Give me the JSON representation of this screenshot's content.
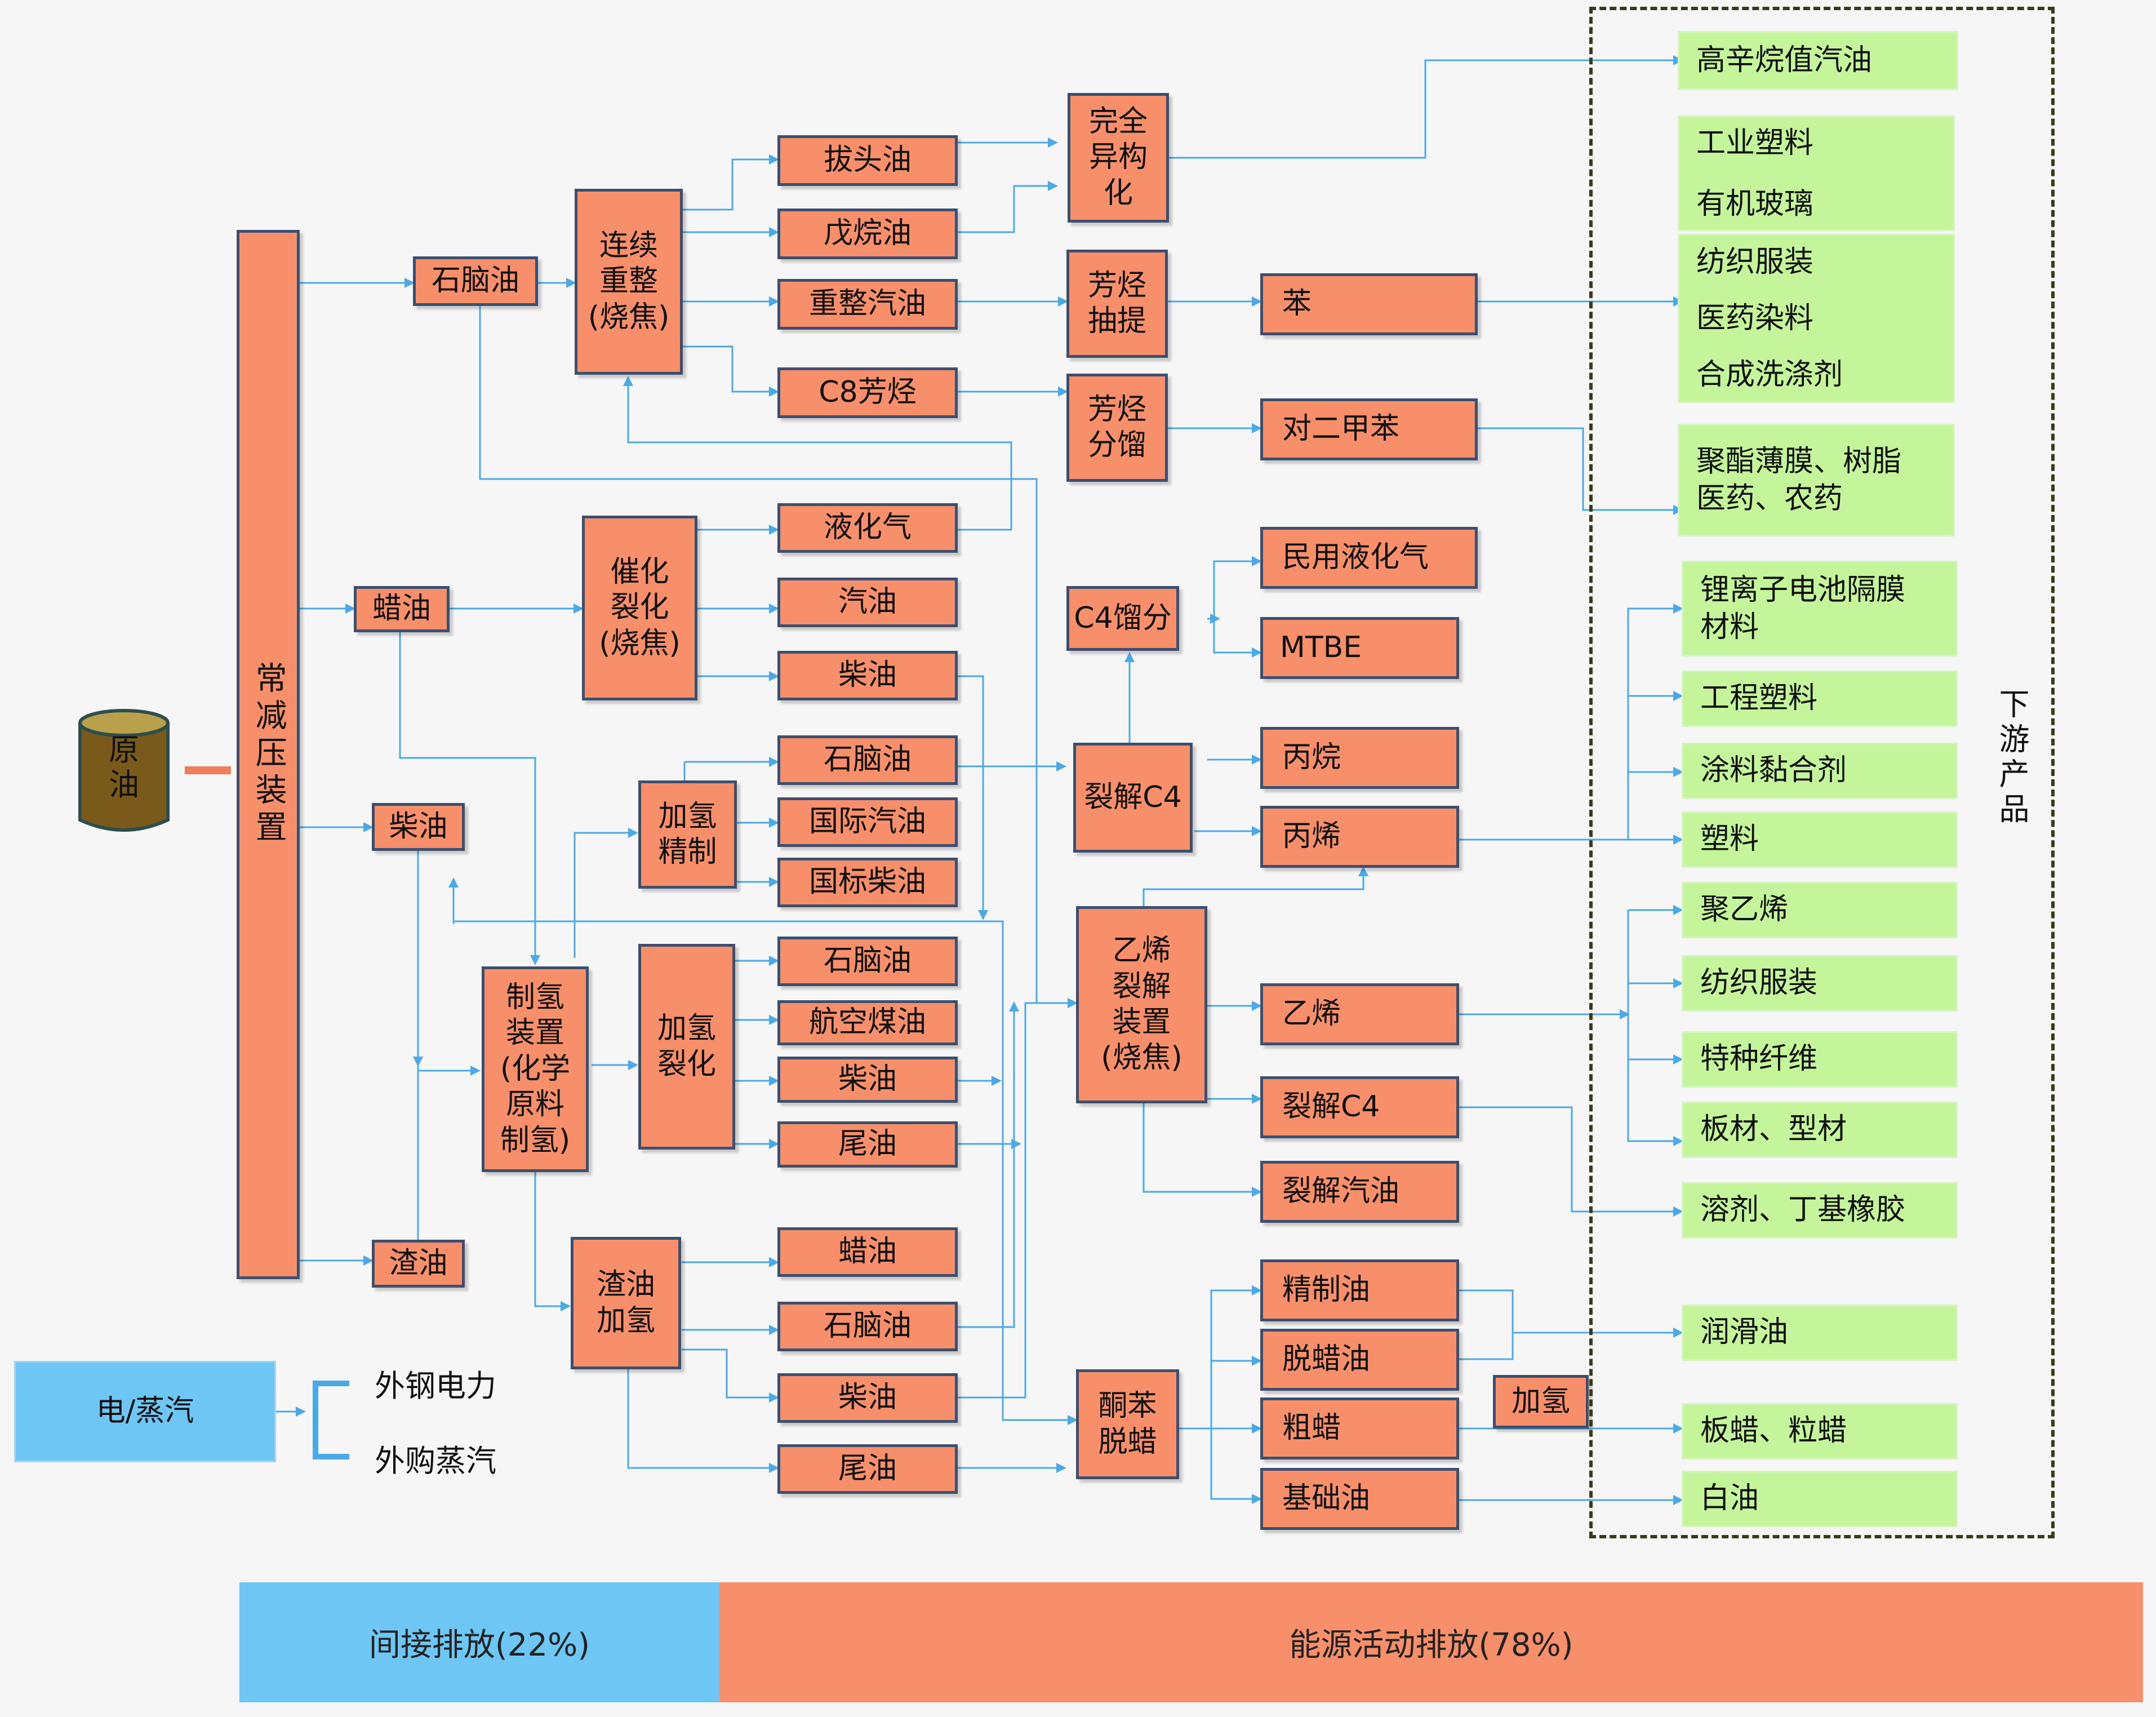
{
  "crude": "原\n油",
  "atmos_vacuum_unit": "常减压装置",
  "fractions": {
    "naphtha": "石脑油",
    "wax_oil": "蜡油",
    "diesel": "柴油",
    "residue": "渣油"
  },
  "units": {
    "reforming": "连续\n重整\n(烧焦)",
    "fcc": "催化\n裂化\n(烧焦)",
    "hydrofining": "加氢\n精制",
    "hydrogen_unit": "制氢\n装置\n(化学\n原料\n制氢)",
    "hydrocracking": "加氢\n裂化",
    "residue_hydro": "渣油\n加氢",
    "isomerization": "完全\n异构\n化",
    "aromatics_extraction": "芳烃\n抽提",
    "aromatics_fractionation": "芳烃\n分馏",
    "c4_fractionation": "C4馏分",
    "cracked_c4_unit": "裂解C4",
    "ethylene_cracker": "乙烯\n裂解\n装置\n(烧焦)",
    "ketone_benzol_dewax": "酮苯\n脱蜡",
    "hydrogenation": "加氢"
  },
  "reforming_products": [
    "拔头油",
    "戊烷油",
    "重整汽油",
    "C8芳烃"
  ],
  "fcc_products": [
    "液化气",
    "汽油",
    "柴油"
  ],
  "hydrofining_products": [
    "石脑油",
    "国际汽油",
    "国标柴油"
  ],
  "hydrocracking_products": [
    "石脑油",
    "航空煤油",
    "柴油",
    "尾油"
  ],
  "residue_hydro_products": [
    "蜡油",
    "石脑油",
    "柴油",
    "尾油"
  ],
  "chemicals": {
    "benzene": "苯",
    "px": "对二甲苯",
    "civil_lpg": "民用液化气",
    "mtbe": "MTBE",
    "propane": "丙烷",
    "propylene": "丙烯",
    "ethylene": "乙烯",
    "cracked_c4": "裂解C4",
    "cracked_gasoline": "裂解汽油",
    "refined_oil": "精制油",
    "dewaxed_oil": "脱蜡油",
    "slack_wax": "粗蜡",
    "base_oil": "基础油"
  },
  "downstream_label": "下游产品",
  "downstream": [
    "高辛烷值汽油",
    "工业塑料\n有机玻璃",
    "纺织服装\n医药染料\n合成洗涤剂",
    "聚酯薄膜、树脂\n医药、农药",
    "锂离子电池隔膜\n材料",
    "工程塑料",
    "涂料黏合剂",
    "塑料",
    "聚乙烯",
    "纺织服装",
    "特种纤维",
    "板材、型材",
    "溶剂、丁基橡胶",
    "润滑油",
    "板蜡、粒蜡",
    "白油"
  ],
  "energy": {
    "source": "电/蒸汽",
    "items": [
      "外钢电力",
      "外购蒸汽"
    ]
  },
  "emissions": {
    "indirect": "间接排放(22%)",
    "energy_activity": "能源活动排放(78%)"
  },
  "colors": {
    "unit_fill": "#f7906a",
    "product_fill": "#c5f59a",
    "arrow": "#4aa9e6",
    "energy_fill": "#6ec6f5"
  }
}
